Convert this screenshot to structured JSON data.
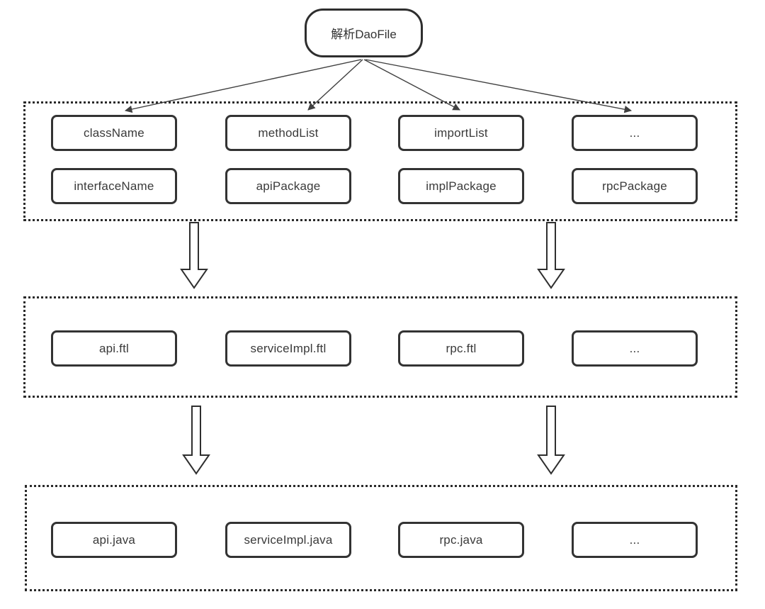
{
  "colors": {
    "stroke": "#2f2f2f",
    "thin_arrow": "#404040",
    "text": "#3a3a3a",
    "background": "#ffffff"
  },
  "root_node": {
    "label": "解析DaoFile"
  },
  "parsed_fields": {
    "row1": [
      "className",
      "methodList",
      "importList",
      "..."
    ],
    "row2": [
      "interfaceName",
      "apiPackage",
      "implPackage",
      "rpcPackage"
    ]
  },
  "templates": [
    "api.ftl",
    "serviceImpl.ftl",
    "rpc.ftl",
    "..."
  ],
  "outputs": [
    "api.java",
    "serviceImpl.java",
    "rpc.java",
    "..."
  ],
  "edges": [
    {
      "from": "解析DaoFile",
      "to": "className",
      "style": "thin-arrow"
    },
    {
      "from": "解析DaoFile",
      "to": "methodList",
      "style": "thin-arrow"
    },
    {
      "from": "解析DaoFile",
      "to": "importList",
      "style": "thin-arrow"
    },
    {
      "from": "解析DaoFile",
      "to": "...",
      "style": "thin-arrow"
    },
    {
      "from": "parsed-fields-group",
      "to": "templates-group",
      "style": "hollow-block-arrow",
      "count": 2
    },
    {
      "from": "templates-group",
      "to": "outputs-group",
      "style": "hollow-block-arrow",
      "count": 2
    }
  ]
}
